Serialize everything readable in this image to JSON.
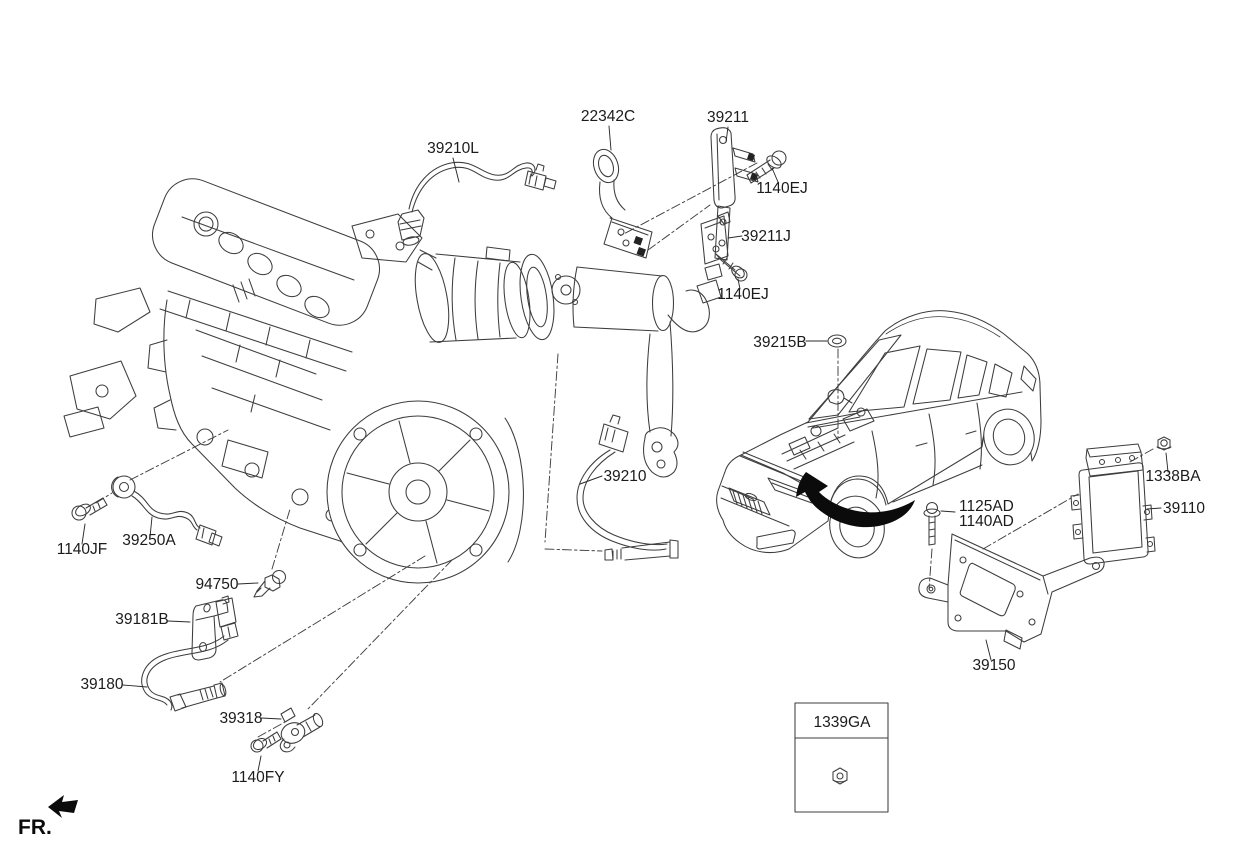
{
  "colors": {
    "line": "#3d3d3d",
    "text": "#1b1b1b",
    "solid_black": "#0b0b0b",
    "background": "#ffffff"
  },
  "labels": {
    "oxygen_sensor_upper": "39210L",
    "bracket_22342C": "22342C",
    "bracket_39211": "39211",
    "bolt_1140EJ_upper": "1140EJ",
    "bracket_39211J": "39211J",
    "bolt_1140EJ_lower": "1140EJ",
    "grommet_39215B": "39215B",
    "oxygen_sensor_lower": "39210",
    "nut_1338BA": "1338BA",
    "ecu_39110": "39110",
    "bolt_1125AD": "1125AD",
    "bolt_1140AD": "1140AD",
    "bracket_39150": "39150",
    "bolt_1140JF": "1140JF",
    "knock_sensor_39250A": "39250A",
    "oil_pressure_switch_94750": "94750",
    "bracket_39181B": "39181B",
    "crank_sensor_39180": "39180",
    "cam_sensor_39318": "39318",
    "bolt_1140FY": "1140FY"
  },
  "legend": {
    "part_no": "1339GA"
  },
  "direction_indicator": "FR."
}
